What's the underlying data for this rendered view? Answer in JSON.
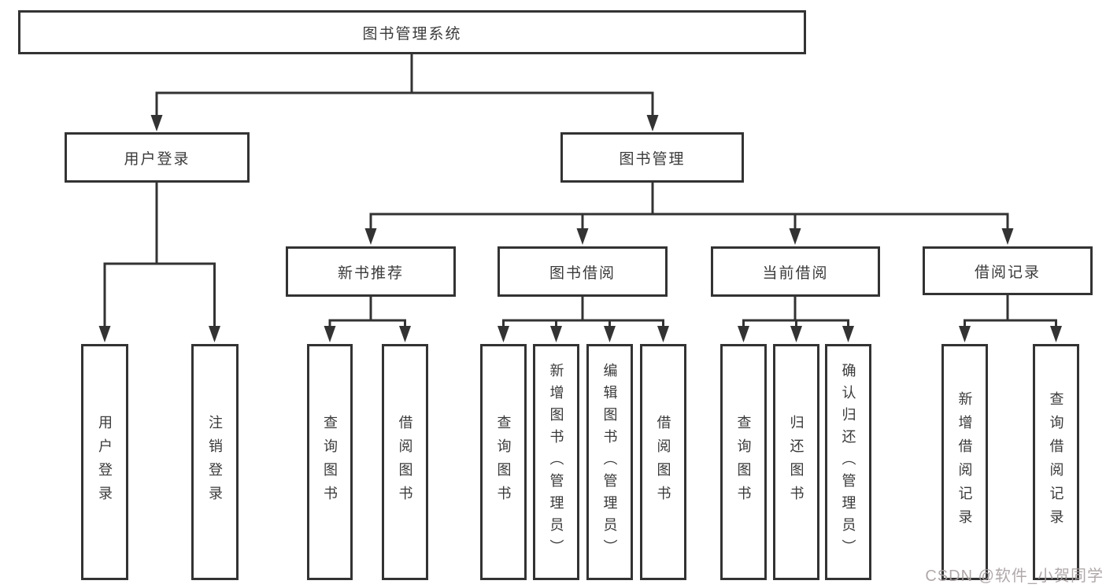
{
  "diagram": {
    "root": "图书管理系统",
    "level2": [
      "用户登录",
      "图书管理"
    ],
    "level3": [
      "新书推荐",
      "图书借阅",
      "当前借阅",
      "借阅记录"
    ],
    "leaves": [
      "用户登录",
      "注销登录",
      "查询图书",
      "借阅图书",
      "查询图书",
      "新增图书（管理员）",
      "编辑图书（管理员）",
      "借阅图书",
      "查询图书",
      "归还图书",
      "确认归还（管理员）",
      "新增借阅记录",
      "查询借阅记录"
    ],
    "watermark": "CSDN @软件_小贺同学",
    "colors": {
      "line": "#333333",
      "text": "#3a3a3a",
      "box_background": "#ffffff",
      "watermark": "#a89fa0"
    }
  }
}
